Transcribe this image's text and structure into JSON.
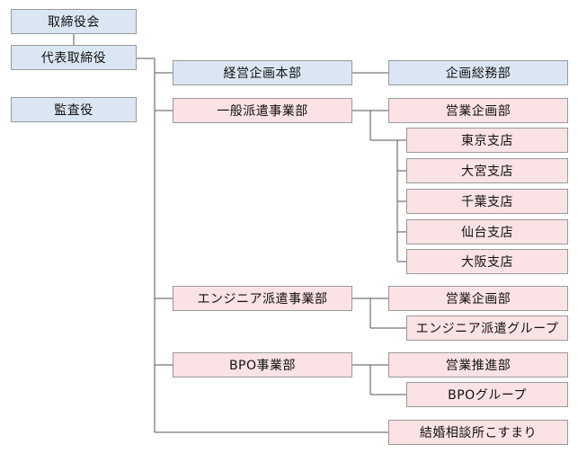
{
  "org": {
    "board": "取締役会",
    "representative": "代表取締役",
    "auditor": "監査役",
    "management": "経営企画本部",
    "general_affairs": "企画総務部",
    "general_dispatch": "一般派遣事業部",
    "sales_planning_1": "営業企画部",
    "tokyo": "東京支店",
    "omiya": "大宮支店",
    "chiba": "千葉支店",
    "sendai": "仙台支店",
    "osaka": "大阪支店",
    "engineer_dispatch": "エンジニア派遣事業部",
    "sales_planning_2": "営業企画部",
    "engineer_group": "エンジニア派遣グループ",
    "bpo": "BPO事業部",
    "sales_promotion": "営業推進部",
    "bpo_group": "BPOグループ",
    "marriage": "結婚相談所こすまり"
  },
  "colors": {
    "executive": "#dbe6f4",
    "division": "#fbe2e5",
    "border": "#9a9a9a",
    "line": "#555555"
  }
}
